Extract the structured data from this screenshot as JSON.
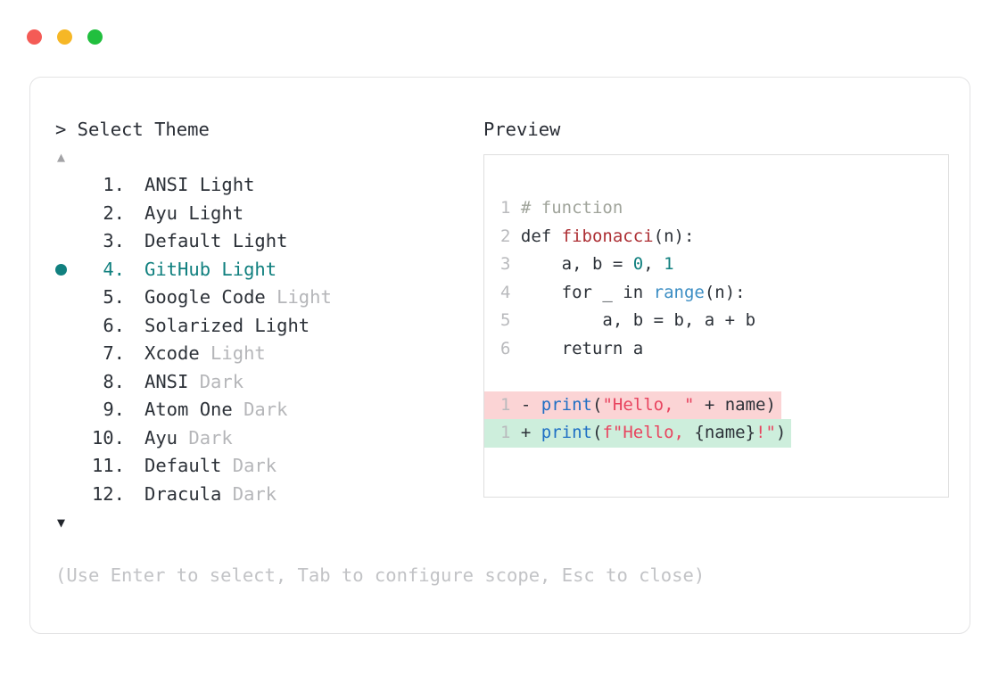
{
  "window": {
    "traffic_lights": [
      {
        "name": "close",
        "color": "#f45b56"
      },
      {
        "name": "minimize",
        "color": "#f6b726"
      },
      {
        "name": "maximize",
        "color": "#21bf3e"
      }
    ]
  },
  "prompt": {
    "title": "> Select Theme",
    "scroll_up_indicator": "▲",
    "scroll_down_indicator": "▼"
  },
  "themes": [
    {
      "index": "1.",
      "name": "ANSI",
      "variant": "Light",
      "variant_muted": false,
      "selected": false
    },
    {
      "index": "2.",
      "name": "Ayu",
      "variant": "Light",
      "variant_muted": false,
      "selected": false
    },
    {
      "index": "3.",
      "name": "Default",
      "variant": "Light",
      "variant_muted": false,
      "selected": false
    },
    {
      "index": "4.",
      "name": "GitHub",
      "variant": "Light",
      "variant_muted": false,
      "selected": true
    },
    {
      "index": "5.",
      "name": "Google Code",
      "variant": "Light",
      "variant_muted": true,
      "selected": false
    },
    {
      "index": "6.",
      "name": "Solarized",
      "variant": "Light",
      "variant_muted": false,
      "selected": false
    },
    {
      "index": "7.",
      "name": "Xcode",
      "variant": "Light",
      "variant_muted": true,
      "selected": false
    },
    {
      "index": "8.",
      "name": "ANSI",
      "variant": "Dark",
      "variant_muted": true,
      "selected": false
    },
    {
      "index": "9.",
      "name": "Atom One",
      "variant": "Dark",
      "variant_muted": true,
      "selected": false
    },
    {
      "index": "10.",
      "name": "Ayu",
      "variant": "Dark",
      "variant_muted": true,
      "selected": false
    },
    {
      "index": "11.",
      "name": "Default",
      "variant": "Dark",
      "variant_muted": true,
      "selected": false
    },
    {
      "index": "12.",
      "name": "Dracula",
      "variant": "Dark",
      "variant_muted": true,
      "selected": false
    }
  ],
  "preview": {
    "title": "Preview",
    "code_lines": [
      {
        "ln": "1",
        "tokens": [
          {
            "t": "# function",
            "c": "comment"
          }
        ]
      },
      {
        "ln": "2",
        "tokens": [
          {
            "t": "def ",
            "c": "plain"
          },
          {
            "t": "fibonacci",
            "c": "fn"
          },
          {
            "t": "(n):",
            "c": "plain"
          }
        ]
      },
      {
        "ln": "3",
        "tokens": [
          {
            "t": "    a, b = ",
            "c": "plain"
          },
          {
            "t": "0",
            "c": "num"
          },
          {
            "t": ", ",
            "c": "plain"
          },
          {
            "t": "1",
            "c": "num"
          }
        ]
      },
      {
        "ln": "4",
        "tokens": [
          {
            "t": "    for _ in ",
            "c": "plain"
          },
          {
            "t": "range",
            "c": "builtin"
          },
          {
            "t": "(n):",
            "c": "plain"
          }
        ]
      },
      {
        "ln": "5",
        "tokens": [
          {
            "t": "        a, b = b, a + b",
            "c": "plain"
          }
        ]
      },
      {
        "ln": "6",
        "tokens": [
          {
            "t": "    return a",
            "c": "plain"
          }
        ]
      }
    ],
    "diff_lines": [
      {
        "ln": "1",
        "marker": "-",
        "kind": "deletion",
        "bg": "#fbd4d5",
        "tokens": [
          {
            "t": "print",
            "c": "call"
          },
          {
            "t": "(",
            "c": "plain"
          },
          {
            "t": "\"Hello, \"",
            "c": "string"
          },
          {
            "t": " + name)",
            "c": "plain"
          }
        ]
      },
      {
        "ln": "1",
        "marker": "+",
        "kind": "addition",
        "bg": "#cdeedc",
        "tokens": [
          {
            "t": "print",
            "c": "call"
          },
          {
            "t": "(",
            "c": "plain"
          },
          {
            "t": "f\"Hello, ",
            "c": "string"
          },
          {
            "t": "{name}",
            "c": "plain"
          },
          {
            "t": "!\"",
            "c": "string"
          },
          {
            "t": ")",
            "c": "plain"
          }
        ]
      }
    ]
  },
  "footer": {
    "hint": "(Use Enter to select, Tab to configure scope, Esc to close)"
  },
  "colors": {
    "accent_teal": "#11807f",
    "muted_text": "#b5b6b9",
    "border": "#e3e3e4",
    "diff_delete_bg": "#fbd4d5",
    "diff_add_bg": "#cdeedc"
  }
}
